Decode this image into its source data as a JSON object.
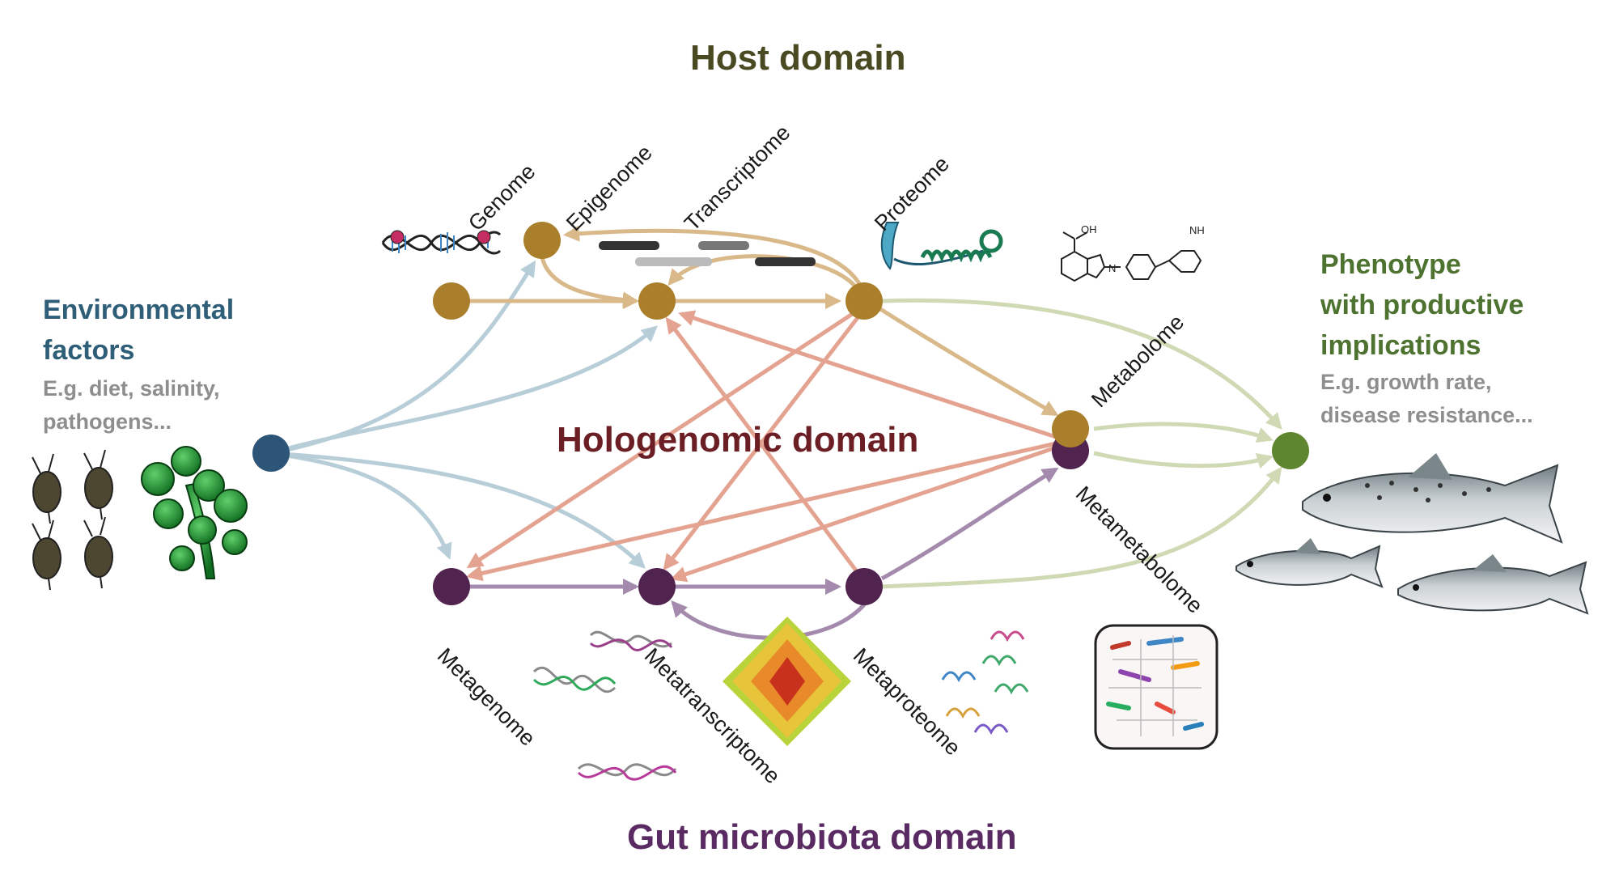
{
  "titles": {
    "host": "Host domain",
    "hologenomic": "Hologenomic domain",
    "microbiota": "Gut microbiota domain"
  },
  "environment": {
    "heading_line1": "Environmental",
    "heading_line2": "factors",
    "example_line1": "E.g. diet, salinity,",
    "example_line2": "pathogens..."
  },
  "phenotype": {
    "heading_line1": "Phenotype",
    "heading_line2": "with productive",
    "heading_line3": "implications",
    "example_line1": "E.g. growth rate,",
    "example_line2": "disease resistance..."
  },
  "host_layers": {
    "genome": "Genome",
    "epigenome": "Epigenome",
    "transcriptome": "Transcriptome",
    "proteome": "Proteome",
    "metabolome": "Metabolome"
  },
  "microbiota_layers": {
    "metagenome": "Metagenome",
    "metatranscriptome": "Metatranscriptome",
    "metaproteome": "Metaproteome",
    "metametabolome": "Metametabolome"
  },
  "molecule_labels": {
    "hydroxyl": "OH",
    "nitrogen": "N",
    "amine": "NH"
  },
  "colors": {
    "host_title": "#4a4a22",
    "hologenomic_title": "#6b1f25",
    "microbiota_title": "#5a2a63",
    "environment_text": "#2f5e78",
    "phenotype_text": "#4e7330",
    "example_text": "#8e8e8e",
    "host_node": "#a97f2c",
    "microbe_node": "#51234f",
    "environment_node": "#2c5577",
    "phenotype_node": "#5e8530",
    "host_arrow": "#d9b98a",
    "microbe_arrow": "#a48aad",
    "environment_arrow": "#b7ced8",
    "phenotype_arrow": "#cfd9b3",
    "cross_arrow": "#e4a391"
  }
}
